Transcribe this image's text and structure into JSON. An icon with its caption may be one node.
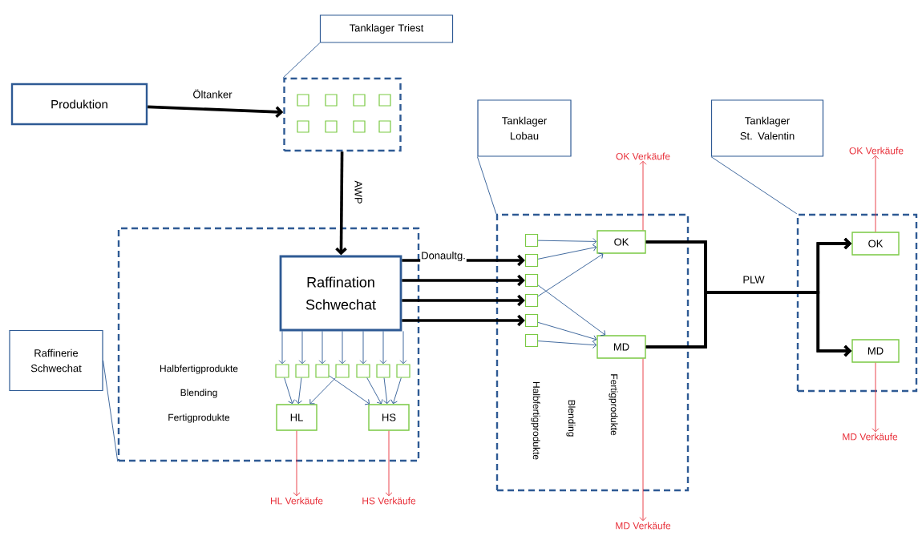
{
  "diagram": {
    "nodes": [
      {
        "text": [
          "Produktion"
        ]
      },
      {
        "text": [
          "Tanklager Triest"
        ]
      },
      {
        "text": [],
        "shape": "box"
      },
      {
        "text": [],
        "shape": "box",
        "in": 2
      },
      {
        "text": [],
        "shape": "box",
        "in": 2
      },
      {
        "text": [],
        "shape": "box",
        "in": 2
      },
      {
        "text": [],
        "shape": "box",
        "in": 2
      },
      {
        "text": [],
        "shape": "box",
        "in": 2
      },
      {
        "text": [],
        "shape": "box",
        "in": 2
      },
      {
        "text": [],
        "shape": "box",
        "in": 2
      },
      {
        "text": [],
        "shape": "box",
        "in": 2
      },
      {
        "text": [
          "Raffinerie Schwechat"
        ]
      },
      {
        "text": [],
        "shape": "box"
      },
      {
        "text": [
          "Raffination Schwechat"
        ],
        "in": 12
      },
      {
        "text": [],
        "shape": "box",
        "in": 12
      },
      {
        "text": [],
        "shape": "box",
        "in": 12
      },
      {
        "text": [],
        "shape": "box",
        "in": 12
      },
      {
        "text": [],
        "shape": "box",
        "in": 12
      },
      {
        "text": [],
        "shape": "box",
        "in": 12
      },
      {
        "text": [],
        "shape": "box",
        "in": 12
      },
      {
        "text": [],
        "shape": "box",
        "in": 12
      },
      {
        "text": [
          "HL"
        ],
        "in": 12
      },
      {
        "text": [
          "HS"
        ],
        "in": 12
      },
      {
        "text": [
          "HL Verkäufe"
        ]
      },
      {
        "text": [
          "HS Verkäufe"
        ]
      },
      {
        "text": [
          "Tanklager Lobau"
        ]
      },
      {
        "text": [],
        "shape": "box"
      },
      {
        "text": [],
        "shape": "box",
        "in": 26
      },
      {
        "text": [],
        "shape": "box",
        "in": 26
      },
      {
        "text": [],
        "shape": "box",
        "in": 26
      },
      {
        "text": [],
        "shape": "box",
        "in": 26
      },
      {
        "text": [],
        "shape": "box",
        "in": 26
      },
      {
        "text": [],
        "shape": "box",
        "in": 26
      },
      {
        "text": [
          "OK"
        ],
        "in": 26
      },
      {
        "text": [
          "MD"
        ],
        "in": 26
      },
      {
        "text": [
          "OK Verkäufe"
        ]
      },
      {
        "text": [
          "MD Verkäufe"
        ]
      },
      {
        "text": [
          "Tanklager St. Valentin"
        ]
      },
      {
        "text": [],
        "shape": "box"
      },
      {
        "text": [
          "OK"
        ],
        "in": 38
      },
      {
        "text": [
          "MD"
        ],
        "in": 38
      },
      {
        "text": [
          "OK Verkäufe"
        ]
      },
      {
        "text": [
          "MD Verkäufe"
        ]
      }
    ],
    "edges": [
      {
        "from": 0,
        "to": 2,
        "arrow": "to",
        "label": "Öltanker",
        "style": "thick",
        "color": "#000000"
      },
      {
        "from": 1,
        "to": 2,
        "arrow": "none"
      },
      {
        "from": 2,
        "to": 13,
        "arrow": "to",
        "label": "AWP",
        "style": "thick",
        "color": "#000000"
      },
      {
        "from": 11,
        "to": 12,
        "arrow": "none"
      },
      {
        "from": 13,
        "to": 14,
        "arrow": "to"
      },
      {
        "from": 13,
        "to": 15,
        "arrow": "to"
      },
      {
        "from": 13,
        "to": 16,
        "arrow": "to"
      },
      {
        "from": 13,
        "to": 17,
        "arrow": "to"
      },
      {
        "from": 13,
        "to": 18,
        "arrow": "to"
      },
      {
        "from": 13,
        "to": 19,
        "arrow": "to"
      },
      {
        "from": 13,
        "to": 20,
        "arrow": "to"
      },
      {
        "from": 14,
        "to": 21,
        "arrow": "to"
      },
      {
        "from": 15,
        "to": 21,
        "arrow": "to"
      },
      {
        "from": 17,
        "to": 21,
        "arrow": "to"
      },
      {
        "from": 16,
        "to": 22,
        "arrow": "to"
      },
      {
        "from": 18,
        "to": 22,
        "arrow": "to"
      },
      {
        "from": 19,
        "to": 22,
        "arrow": "to"
      },
      {
        "from": 20,
        "to": 22,
        "arrow": "to"
      },
      {
        "from": 21,
        "to": 23,
        "arrow": "to",
        "color": "#e8303a"
      },
      {
        "from": 22,
        "to": 24,
        "arrow": "to",
        "color": "#e8303a"
      },
      {
        "from": 25,
        "to": 26,
        "arrow": "none"
      },
      {
        "from": 13,
        "to": 28,
        "arrow": "to",
        "label": "Donaultg.",
        "style": "thick",
        "color": "#000000"
      },
      {
        "from": 13,
        "to": 29,
        "arrow": "to",
        "style": "thick",
        "color": "#000000"
      },
      {
        "from": 13,
        "to": 30,
        "arrow": "to",
        "style": "thick",
        "color": "#000000"
      },
      {
        "from": 13,
        "to": 31,
        "arrow": "to",
        "style": "thick",
        "color": "#000000"
      },
      {
        "from": 27,
        "to": 33,
        "arrow": "to"
      },
      {
        "from": 28,
        "to": 33,
        "arrow": "to"
      },
      {
        "from": 30,
        "to": 33,
        "arrow": "to"
      },
      {
        "from": 29,
        "to": 34,
        "arrow": "to"
      },
      {
        "from": 31,
        "to": 34,
        "arrow": "to"
      },
      {
        "from": 32,
        "to": 34,
        "arrow": "to"
      },
      {
        "from": 33,
        "to": 35,
        "arrow": "to",
        "color": "#e8303a"
      },
      {
        "from": 34,
        "to": 36,
        "arrow": "to",
        "color": "#e8303a"
      },
      {
        "from": 37,
        "to": 38,
        "arrow": "none"
      },
      {
        "from": 33,
        "to": 39,
        "arrow": "to",
        "label": "PLW",
        "style": "thick",
        "color": "#000000"
      },
      {
        "from": 33,
        "to": 40,
        "arrow": "to",
        "style": "thick",
        "color": "#000000"
      },
      {
        "from": 34,
        "to": 39,
        "arrow": "to",
        "style": "thick",
        "color": "#000000"
      },
      {
        "from": 34,
        "to": 40,
        "arrow": "to",
        "style": "thick",
        "color": "#000000"
      },
      {
        "from": 39,
        "to": 41,
        "arrow": "to",
        "color": "#e8303a"
      },
      {
        "from": 40,
        "to": 42,
        "arrow": "to",
        "color": "#e8303a"
      }
    ],
    "labels": [
      "Halbfertigprodukte",
      "Blending",
      "Fertigprodukte",
      "Halbfertigprodukte",
      "Blending",
      "Fertigprodukte"
    ]
  }
}
